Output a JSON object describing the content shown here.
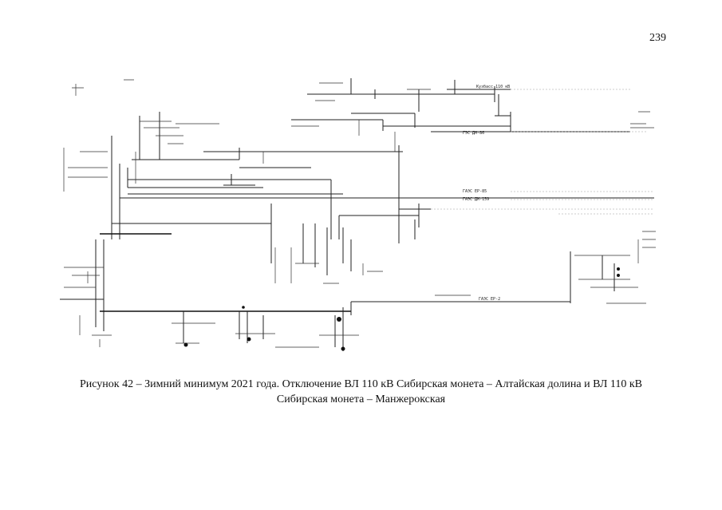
{
  "page": {
    "number": "239"
  },
  "diagram": {
    "labels": {
      "kuzbass": "Кузбасс 110 кВ",
      "ges_dn86": "ГЭС ДН-86",
      "ges_ep85": "ГАЭС ЕР-85",
      "ges_dm159": "ГАЭС ДМ-159",
      "ges_ep2": "ГАЭС ЕР-2"
    }
  },
  "caption": {
    "line1": "Рисунок 42 – Зимний минимум 2021 года. Отключение ВЛ 110 кВ  Сибирская монета – Алтайская долина и ВЛ 110 кВ",
    "line2": "Сибирская монета – Манжерокская"
  }
}
